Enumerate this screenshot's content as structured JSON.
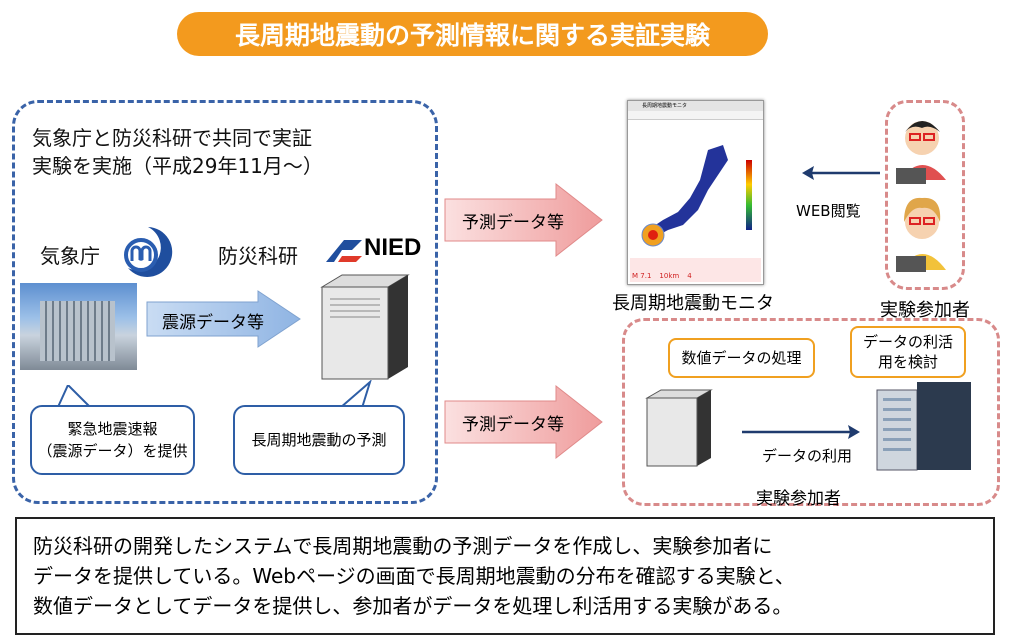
{
  "title": "長周期地震動の予測情報に関する実証実験",
  "left_panel": {
    "intro_line1": "気象庁と防災科研で共同で実証",
    "intro_line2": "実験を実施（平成29年11月～）",
    "jma_label": "気象庁",
    "nied_label": "防災科研",
    "nied_logo_text": "NIED",
    "arrow_label": "震源データ等",
    "callout_jma_line1": "緊急地震速報",
    "callout_jma_line2": "（震源データ）を提供",
    "callout_nied": "長周期地震動の予測"
  },
  "arrows": {
    "forecast_top": "予測データ等",
    "forecast_bottom": "予測データ等",
    "web_view": "WEB閲覧",
    "data_use": "データの利用"
  },
  "monitor": {
    "label": "長周期地震動モニタ",
    "tab_title": "長周期地震動モニタ",
    "magnitude": "M 7.1",
    "depth": "10km",
    "max_class": "4"
  },
  "participants_top": {
    "label": "実験参加者"
  },
  "participants_bottom": {
    "label": "実験参加者",
    "callout_processing": "数値データの処理",
    "callout_use_line1": "データの利活",
    "callout_use_line2": "用を検討"
  },
  "summary": {
    "line1": "防災科研の開発したシステムで長周期地震動の予測データを作成し、実験参加者に",
    "line2": "データを提供している。Webページの画面で長周期地震動の分布を確認する実験と、",
    "line3": "数値データとしてデータを提供し、参加者がデータを処理し利活用する実験がある。"
  },
  "colors": {
    "title_bg": "#f39a1e",
    "blue_border": "#3a63a8",
    "pink_border": "#d88a8a",
    "arrow_blue": "#a9c6ea",
    "arrow_red": "#f2b8b8"
  }
}
